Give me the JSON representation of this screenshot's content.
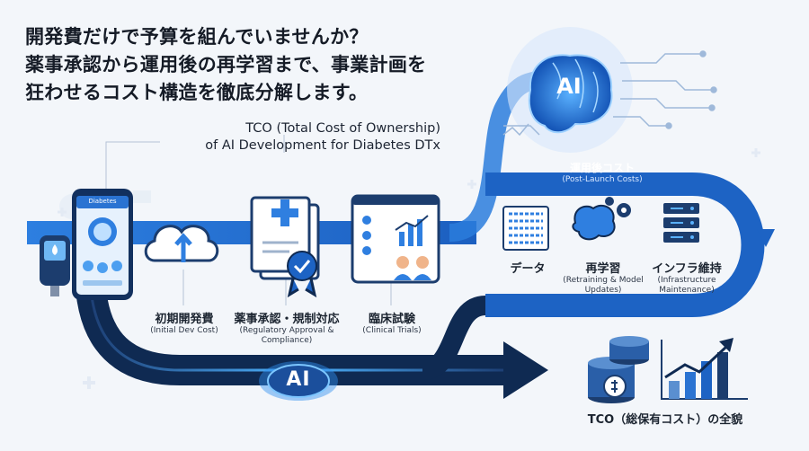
{
  "headline": {
    "line1": "開発費だけで予算を組んでいませんか？",
    "line2": "薬事承認から運用後の再学習まで、事業計画を",
    "line3": "狂わせるコスト構造を徹底分解します。"
  },
  "diagram_title": {
    "line1": "TCO (Total Cost of Ownership)",
    "line2": "of AI Development for Diabetes DTx"
  },
  "phone_app_title": "Diabetes",
  "brain_label": "AI",
  "flow_label": "AI",
  "stages": [
    {
      "jp": "初期開発費",
      "en": "(Initial Dev Cost)"
    },
    {
      "jp": "薬事承認・規制対応",
      "en": "(Regulatory Approval & Compliance)"
    },
    {
      "jp": "臨床試験",
      "en": "(Clinical Trials)"
    }
  ],
  "post_launch": {
    "jp": "運用後コスト",
    "en": "(Post-Launch Costs)",
    "items": [
      {
        "jp": "データ",
        "en": ""
      },
      {
        "jp": "再学習",
        "en": "(Retraining & Model Updates)"
      },
      {
        "jp": "インフラ維持",
        "en": "(Infrastructure Maintenance)"
      }
    ]
  },
  "result": {
    "jp": "TCO（総保有コスト）の全貌"
  },
  "colors": {
    "navy": "#0f2a52",
    "blue": "#1f6fd1",
    "light_blue": "#5aa6ee",
    "bg": "#f3f6fa"
  }
}
